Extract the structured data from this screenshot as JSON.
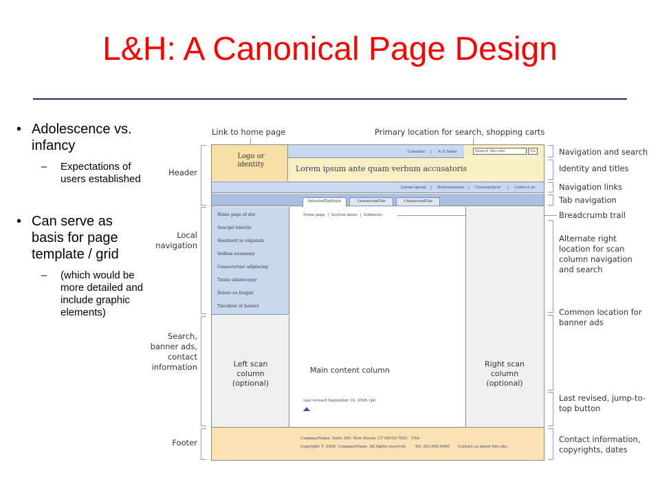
{
  "slide": {
    "title": "L&H: A Canonical Page Design",
    "bullets": [
      {
        "text": "Adolescence vs. infancy",
        "subs": [
          "Expectations of users established"
        ]
      },
      {
        "text": "Can serve as basis for page template / grid",
        "subs": [
          "(which would be more detailed and include graphic elements)"
        ]
      }
    ]
  },
  "diagram": {
    "top_labels": {
      "home": "Link to home page",
      "search": "Primary location for search, shopping carts"
    },
    "left_labels": {
      "header": "Header",
      "local_nav": "Local navigation",
      "search_banner": "Search, banner ads, contact information",
      "footer": "Footer"
    },
    "right_labels": {
      "nav_search": "Navigation and search",
      "identity": "Identity and titles",
      "nav_links": "Navigation links",
      "tab_nav": "Tab navigation",
      "breadcrumb": "Breadcrumb trail",
      "alt_right": "Alternate right location for scan column navigation and search",
      "banner_ads": "Common location for banner ads",
      "last_revised": "Last revised, jump-to-top button",
      "contact": "Contact information, copyrights, dates"
    },
    "mock": {
      "logo": "Logo or identity",
      "util_calendar": "Calendar",
      "util_sep": "|",
      "util_az": "A–Z Index",
      "search_placeholder": "Search this site",
      "go": "Go",
      "site_title": "Lorem ipsum ante quam verbum accusatoris",
      "nav_links": [
        "Lorem ipsum",
        "|",
        "Dolorsiteamet",
        "|",
        "Consequiteur",
        "|",
        "Contact us"
      ],
      "tabs": [
        "SelectedTabStyle",
        "UnselectedTab",
        "UnselectedTab"
      ],
      "local_nav": [
        "Home page of site",
        "Suscipit lobortis",
        "Hendrerit in vulputate",
        "Sedlam nonummy",
        "Consectetuer adipiscing",
        "Tation ullamcorper",
        "Dolore eu feugiat",
        "Tincidunt ut laoreet"
      ],
      "breadcrumb": "Home page  |  Section menu  |  Submenu",
      "left_scan": "Left scan column (optional)",
      "main_content": "Main content column",
      "right_scan": "Right scan column (optional)",
      "last_revised": "Last revised September 18, 2008. (pl)",
      "footer_line1": "CompanyName, Suite 300, New Haven, CT 06510-7003   USA",
      "footer_line2": "Copyright © 2008, CompanyName. All rights reserved.       Tel: 203.000.0000       Contact us about this site."
    },
    "colors": {
      "header_blue": "#c9d8ee",
      "identity_yellow": "#f8f0c0",
      "logo_tan": "#f7dfa8",
      "footer_tan": "#fbe2b4",
      "tabbar_blue": "#aabfe2",
      "scan_gray": "#f0f0f0",
      "title_red": "#ff0000"
    }
  }
}
